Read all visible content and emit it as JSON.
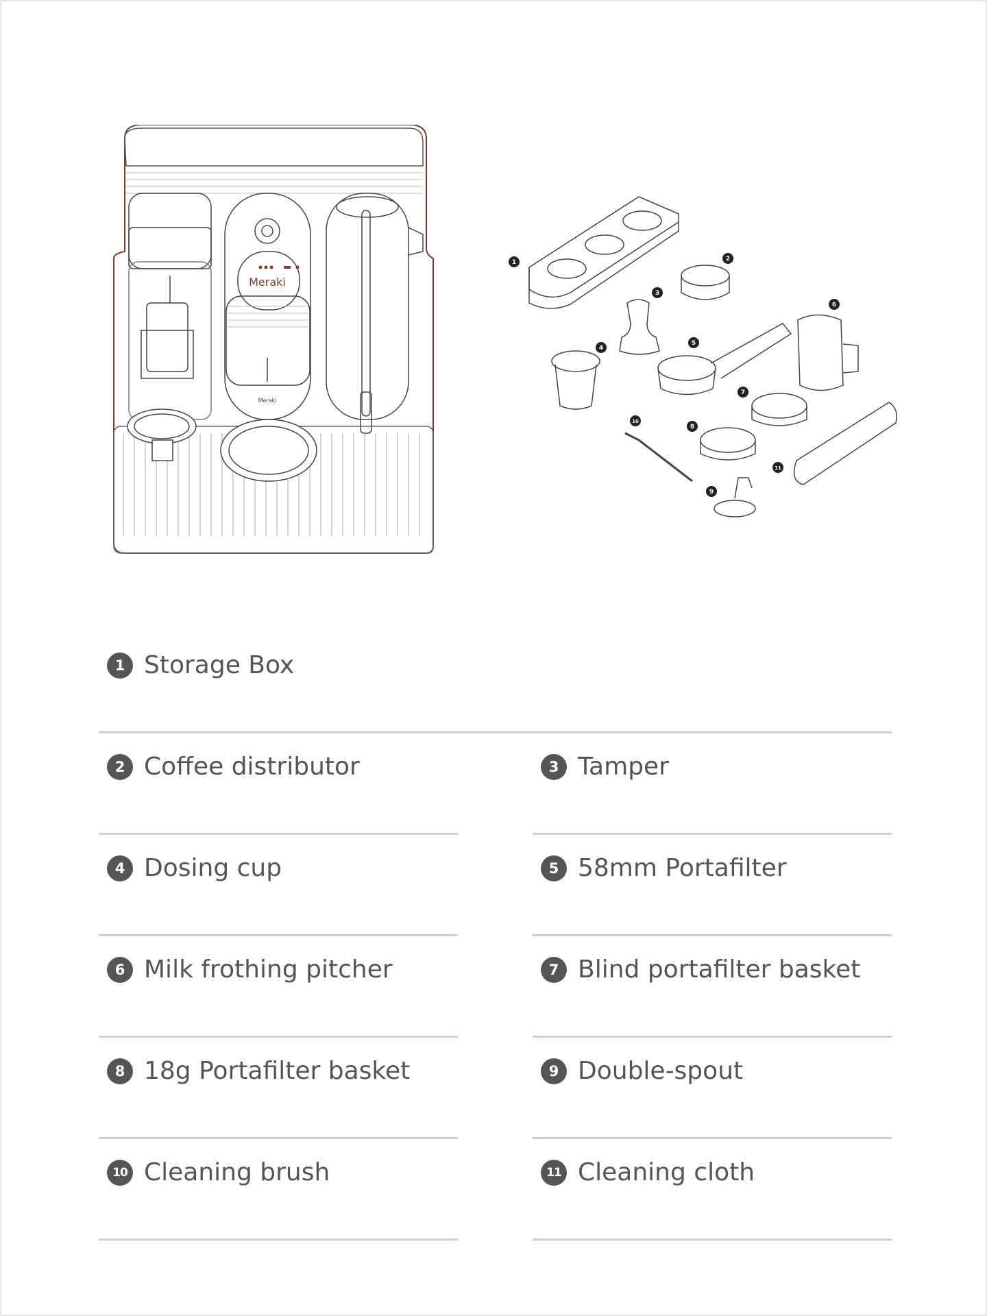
{
  "machine": {
    "brand": "Meraki"
  },
  "callouts": [
    "1",
    "2",
    "3",
    "4",
    "5",
    "6",
    "7",
    "8",
    "9",
    "10",
    "11"
  ],
  "items": [
    {
      "number": "1",
      "label": "Storage Box"
    },
    {
      "number": "2",
      "label": "Coffee distributor"
    },
    {
      "number": "3",
      "label": "Tamper"
    },
    {
      "number": "4",
      "label": "Dosing cup"
    },
    {
      "number": "5",
      "label": "58mm Portafilter"
    },
    {
      "number": "6",
      "label": "Milk frothing pitcher"
    },
    {
      "number": "7",
      "label": "Blind portafilter basket"
    },
    {
      "number": "8",
      "label": "18g Portafilter basket"
    },
    {
      "number": "9",
      "label": "Double-spout"
    },
    {
      "number": "10",
      "label": "Cleaning brush"
    },
    {
      "number": "11",
      "label": "Cleaning cloth"
    }
  ],
  "colors": {
    "badge": "#555555",
    "text": "#555555",
    "divider": "#cfcfcf",
    "brand_accent": "#7a3b2a"
  }
}
